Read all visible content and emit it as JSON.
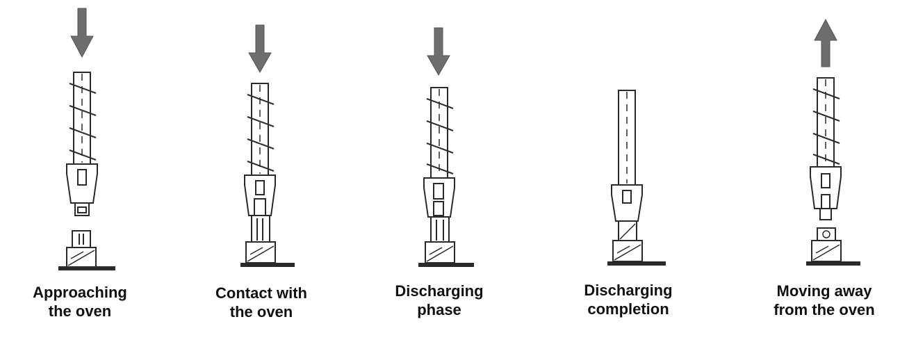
{
  "stages": [
    {
      "label_line1": "Approaching",
      "label_line2": "the oven",
      "arrow": "down-arrow-icon"
    },
    {
      "label_line1": "Contact with",
      "label_line2": "the oven",
      "arrow": "down-arrow-icon"
    },
    {
      "label_line1": "Discharging",
      "label_line2": "phase",
      "arrow": "down-arrow-icon"
    },
    {
      "label_line1": "Discharging",
      "label_line2": "completion",
      "arrow": "none"
    },
    {
      "label_line1": "Moving away",
      "label_line2": "from the oven",
      "arrow": "up-arrow-icon"
    }
  ],
  "colors": {
    "arrow": "#6e6e6e",
    "ink": "#2a2a2a"
  }
}
